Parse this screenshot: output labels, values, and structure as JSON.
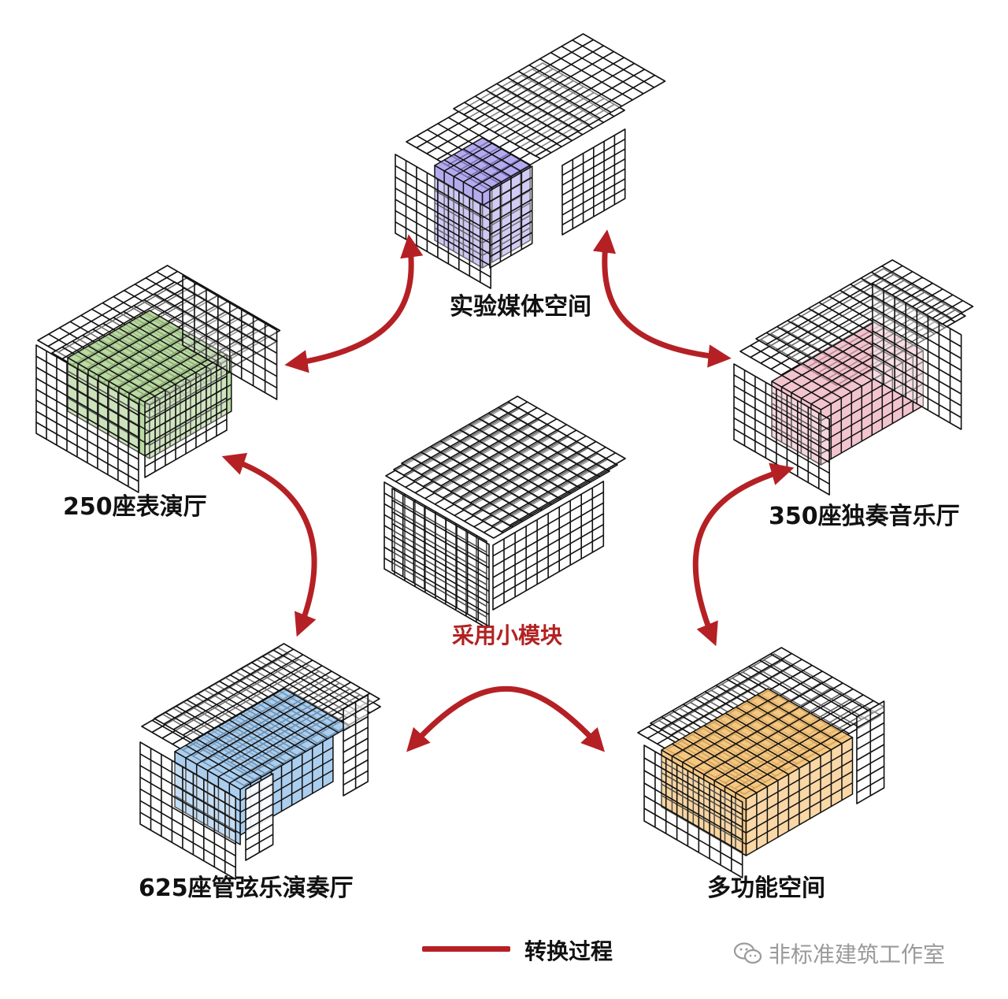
{
  "labels": {
    "top": "实验媒体空间",
    "left_upper": "250座表演厅",
    "right_upper": "350座独奏音乐厅",
    "center": "采用小模块",
    "left_lower": "625座管弦乐演奏厅",
    "right_lower": "多功能空间"
  },
  "legend": {
    "label": "转换过程",
    "color": "#b52025"
  },
  "watermark": {
    "text": "非标准建筑工作室",
    "icon": "wechat-icon"
  },
  "colors": {
    "arrow": "#b52025",
    "grid_stroke": "#111111",
    "experimental_media": "#9b8fe8",
    "hall_250": "#a9cf8c",
    "recital_350": "#eeb0bd",
    "orchestral_625": "#8fbde8",
    "multifunction": "#f5bd6a",
    "center_label": "#b22222"
  }
}
